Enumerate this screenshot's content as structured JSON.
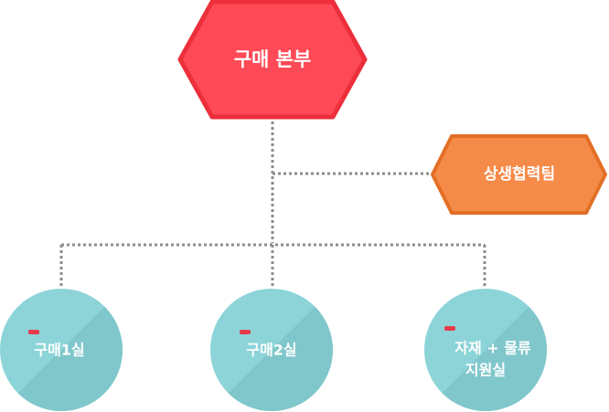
{
  "colors": {
    "head_fill": "#fd4a56",
    "head_stroke": "#ec2f3b",
    "team_fill": "#f58b48",
    "team_stroke": "#e26f26",
    "office_fill": "#8cd4d8",
    "office_shade": "#80c7cb",
    "accent_dash": "#e83a4a",
    "connector": "#8c8c8c"
  },
  "org": {
    "head": {
      "label": "구매 본부"
    },
    "team": {
      "label": "상생협력팀"
    },
    "offices": [
      {
        "line1": "구매1실",
        "line2": ""
      },
      {
        "line1": "구매2실",
        "line2": ""
      },
      {
        "line1": "자재 + 물류",
        "line2": "지원실"
      }
    ]
  }
}
